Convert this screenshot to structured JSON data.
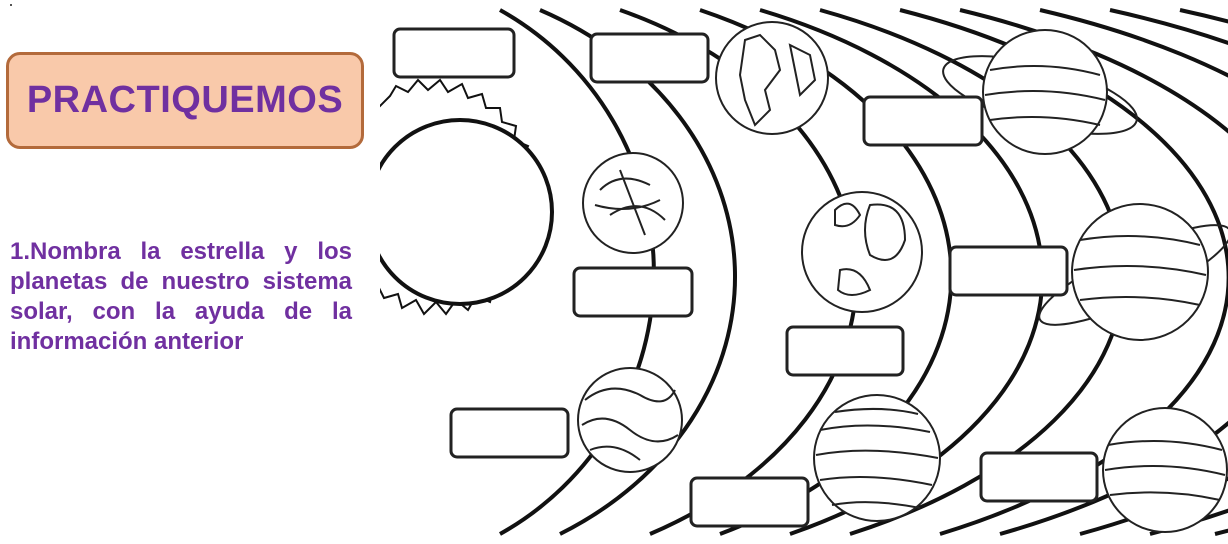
{
  "header": {
    "title": "PRACTIQUEMOS"
  },
  "instruction": {
    "text": "1.Nombra la estrella y los planetas de nuestro sistema solar, con la ayuda de la información anterior"
  },
  "diagram": {
    "label_boxes": [
      {
        "id": "box-1",
        "value": ""
      },
      {
        "id": "box-2",
        "value": ""
      },
      {
        "id": "box-3",
        "value": ""
      },
      {
        "id": "box-4",
        "value": ""
      },
      {
        "id": "box-5",
        "value": ""
      },
      {
        "id": "box-6",
        "value": ""
      },
      {
        "id": "box-7",
        "value": ""
      },
      {
        "id": "box-8",
        "value": ""
      },
      {
        "id": "box-9",
        "value": ""
      },
      {
        "id": "box-10",
        "value": ""
      }
    ]
  },
  "colors": {
    "title_text": "#7030a0",
    "title_bg": "#f9c9aa",
    "title_border": "#b36a3b",
    "instruction_text": "#7030a0"
  }
}
